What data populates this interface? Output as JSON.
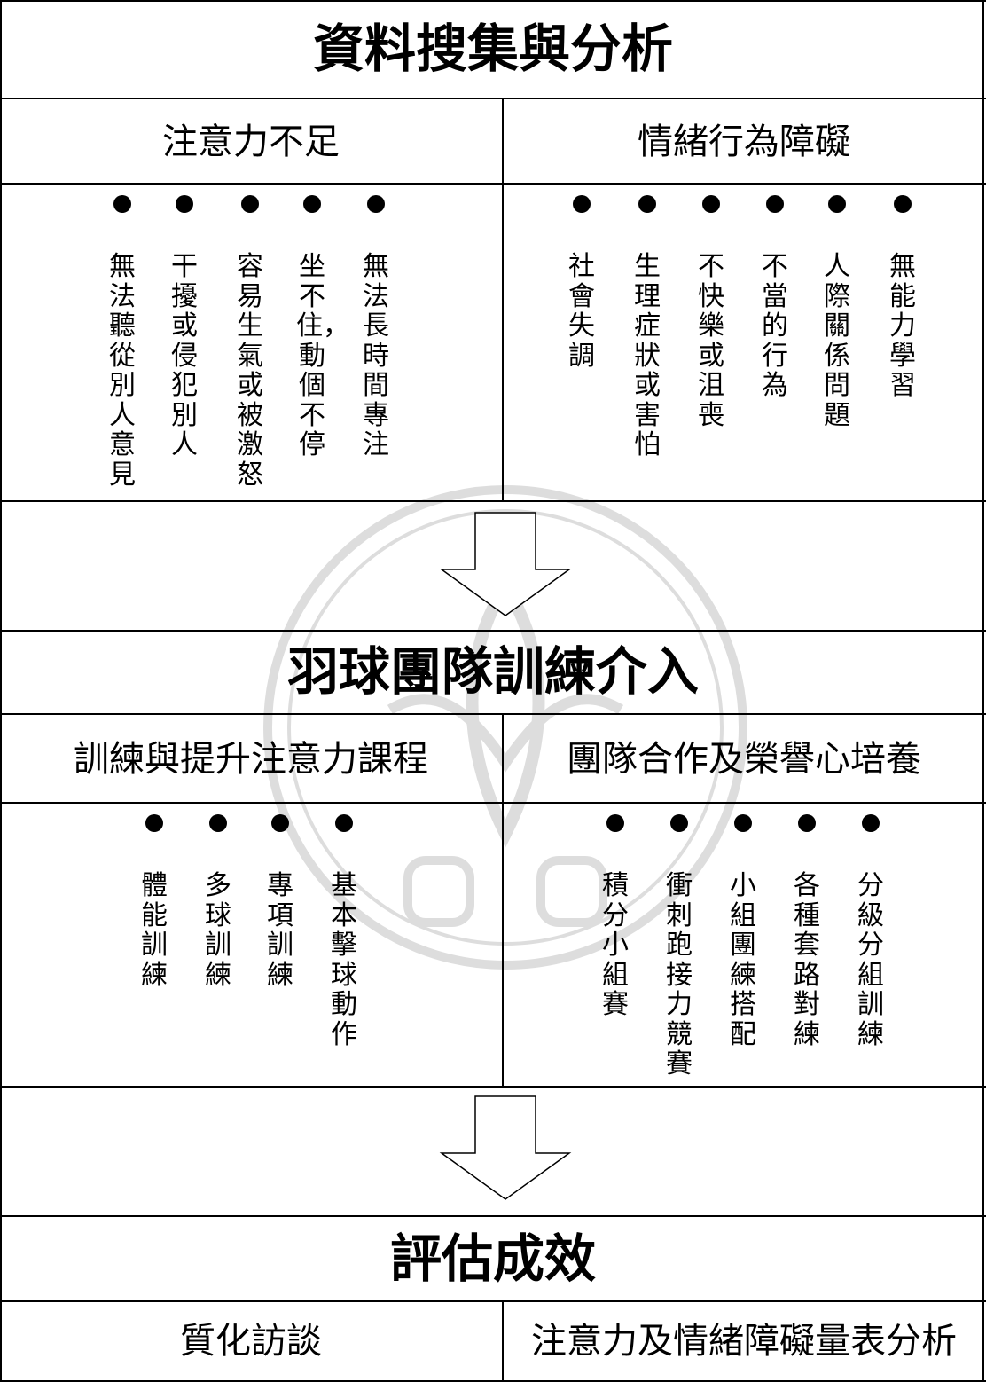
{
  "section1": {
    "title": "資料搜集與分析",
    "left": {
      "heading": "注意力不足",
      "items": [
        "無法聽從別人意見",
        "干擾或侵犯別人",
        "容易生氣或被激怒",
        "坐不住，動個不停",
        "無法長時間專注"
      ]
    },
    "right": {
      "heading": "情緒行為障礙",
      "items": [
        "社會失調",
        "生理症狀或害怕",
        "不快樂或沮喪",
        "不當的行為",
        "人際關係問題",
        "無能力學習"
      ]
    }
  },
  "section2": {
    "title": "羽球團隊訓練介入",
    "left": {
      "heading": "訓練與提升注意力課程",
      "items": [
        "體能訓練",
        "多球訓練",
        "專項訓練",
        "基本擊球動作"
      ]
    },
    "right": {
      "heading": "團隊合作及榮譽心培養",
      "items": [
        "積分小組賽",
        "衝刺跑接力競賽",
        "小組團練搭配",
        "各種套路對練",
        "分級分組訓練"
      ]
    }
  },
  "section3": {
    "title": "評估成效",
    "left": {
      "heading": "質化訪談"
    },
    "right": {
      "heading": "注意力及情緒障礙量表分析"
    }
  }
}
